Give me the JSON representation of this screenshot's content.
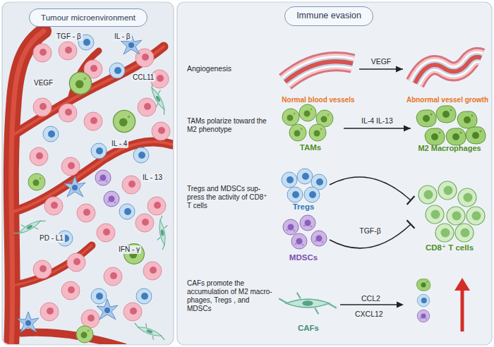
{
  "diagram": {
    "nodes": [
      {
        "text": [
          "Tumour microenvironment"
        ]
      },
      {
        "text": [
          "Immune evasion"
        ]
      },
      {
        "text": [
          "Normal blood vessels"
        ]
      },
      {
        "text": [
          "Abnormal vessel growth"
        ]
      },
      {
        "text": [
          "TAMs"
        ]
      },
      {
        "text": [
          "M2 Macrophages"
        ]
      },
      {
        "text": [
          "Tregs"
        ]
      },
      {
        "text": [
          "MDSCs"
        ]
      },
      {
        "text": [
          "CD8⁺ T cells"
        ]
      },
      {
        "text": [
          "CAFs"
        ]
      }
    ],
    "edges": [
      {
        "from": 2,
        "to": 3,
        "arrow": "to",
        "label": "VEGF"
      },
      {
        "from": 4,
        "to": 5,
        "arrow": "to",
        "label": "IL-4 IL-13"
      },
      {
        "from": 6,
        "to": 8,
        "arrow": "to"
      },
      {
        "from": 7,
        "to": 8,
        "arrow": "to",
        "label": "TGF-β"
      }
    ],
    "labels": [
      "TGF - β",
      "IL - β",
      "VEGF",
      "CCL11",
      "IL - 4",
      "IL - 13",
      "PD - L1",
      "IFN - γ",
      "Angiogenesis",
      "TAMs polarize toward the M2 phenotype",
      "Tregs and MDSCs sup- press the activity of CD8⁺ T cells",
      "CAFs promote the accumulation of M2 macro- phages, Tregs , and MDSCs",
      "CCL2",
      "CXCL12"
    ]
  }
}
